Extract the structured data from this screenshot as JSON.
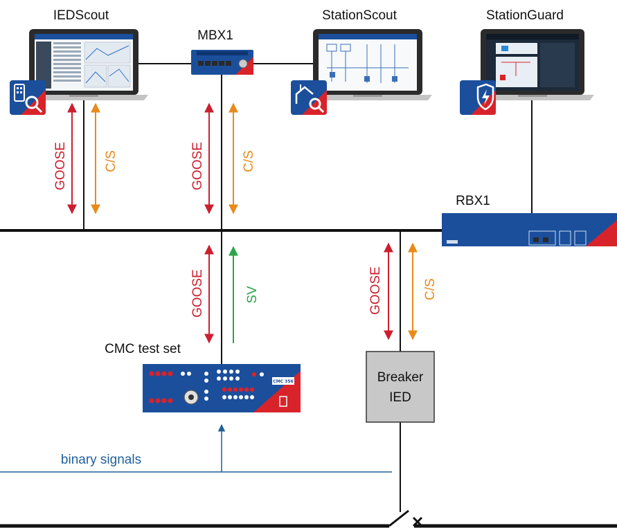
{
  "devices": {
    "iedscout": {
      "label": "IEDScout",
      "icon": "iedscout-app-icon"
    },
    "mbx1": {
      "label": "MBX1"
    },
    "stationscout": {
      "label": "StationScout",
      "icon": "stationscout-app-icon"
    },
    "stationguard": {
      "label": "StationGuard",
      "icon": "stationguard-shield-icon"
    },
    "rbx1": {
      "label": "RBX1"
    },
    "cmc": {
      "label": "CMC test set",
      "badge": "CMC 356"
    },
    "breaker_ied": {
      "line1": "Breaker",
      "line2": "IED"
    }
  },
  "links": {
    "iedscout_goose": "GOOSE",
    "iedscout_cs": "C/S",
    "mbx1_goose": "GOOSE",
    "mbx1_cs": "C/S",
    "cmc_goose": "GOOSE",
    "cmc_sv": "SV",
    "breaker_goose": "GOOSE",
    "breaker_cs": "C/S"
  },
  "signals": {
    "binary": "binary signals"
  },
  "colors": {
    "goose": "#cc1f2e",
    "cs": "#e88a1a",
    "sv": "#2ea34a",
    "binary": "#1f5f9a",
    "bus": "#111111",
    "omicron_blue": "#1b4f9c",
    "omicron_red": "#d8232a",
    "breaker_box": "#c8c8c8"
  }
}
